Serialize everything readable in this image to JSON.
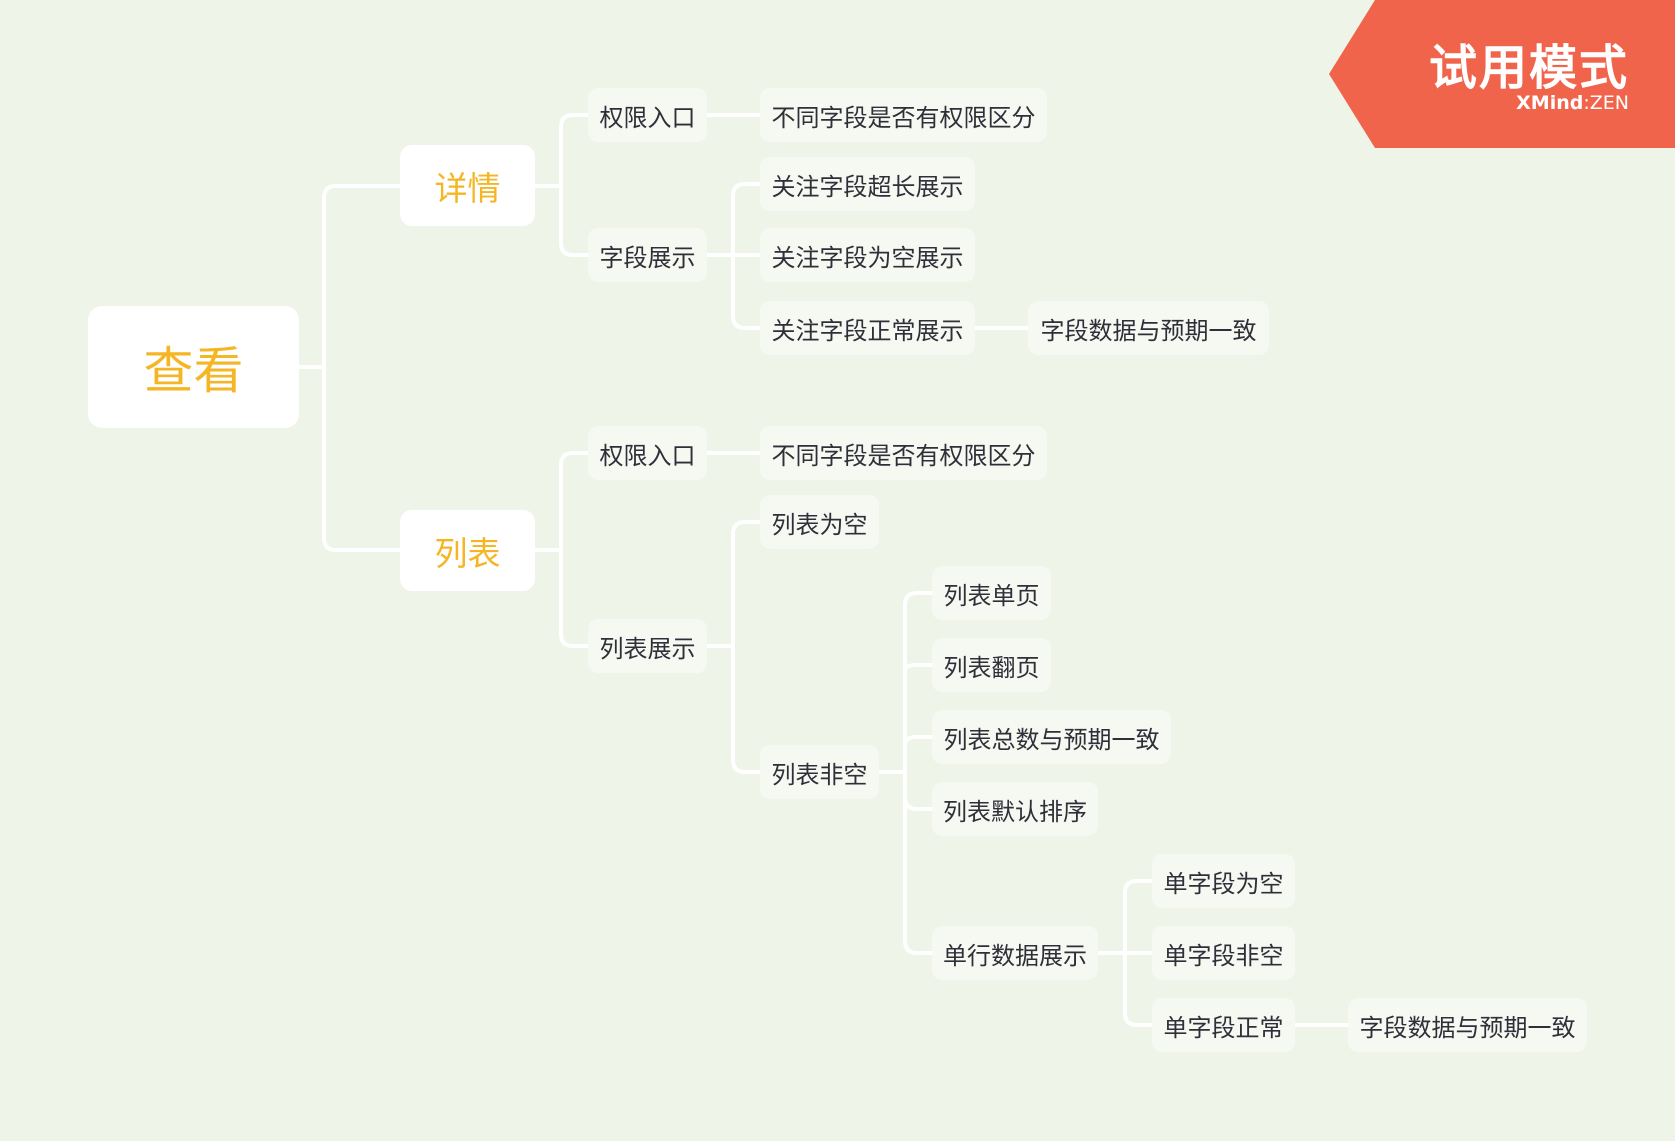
{
  "colors": {
    "background": "#eef4e8",
    "root_text": "#f5b625",
    "main_text": "#f5b625",
    "sub_text": "#2f2f3a",
    "connector": "#ffffff",
    "badge": "#f0644c"
  },
  "watermark": {
    "title": "试用模式",
    "brand_name": "XMind",
    "brand_sep": ":",
    "brand_edition": "ZEN"
  },
  "mindmap": {
    "root": "查看",
    "detail": {
      "label": "详情",
      "permission": {
        "label": "权限入口",
        "child": "不同字段是否有权限区分"
      },
      "field_display": {
        "label": "字段展示",
        "long": "关注字段超长展示",
        "empty": "关注字段为空展示",
        "normal": "关注字段正常展示",
        "normal_child": "字段数据与预期一致"
      }
    },
    "list": {
      "label": "列表",
      "permission": {
        "label": "权限入口",
        "child": "不同字段是否有权限区分"
      },
      "list_display": {
        "label": "列表展示",
        "empty": "列表为空",
        "nonempty": {
          "label": "列表非空",
          "single_page": "列表单页",
          "paging": "列表翻页",
          "total": "列表总数与预期一致",
          "default_sort": "列表默认排序",
          "row_display": {
            "label": "单行数据展示",
            "field_empty": "单字段为空",
            "field_nonempty": "单字段非空",
            "field_normal": "单字段正常",
            "field_normal_child": "字段数据与预期一致"
          }
        }
      }
    }
  }
}
